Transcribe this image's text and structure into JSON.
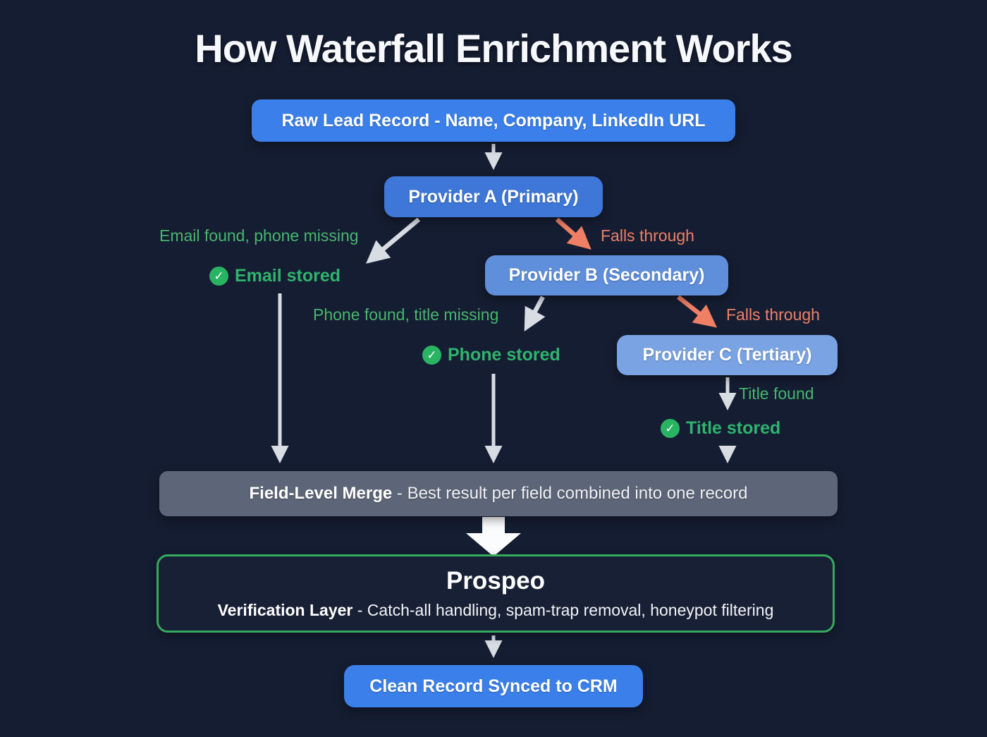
{
  "title": "How Waterfall Enrichment Works",
  "flow": {
    "raw_lead": {
      "label": "Raw Lead Record - Name, Company, LinkedIn URL"
    },
    "provider_a": {
      "label": "Provider A (Primary)"
    },
    "provider_b": {
      "label": "Provider B (Secondary)"
    },
    "provider_c": {
      "label": "Provider C (Tertiary)"
    },
    "merge": {
      "title": "Field-Level Merge",
      "description": " - Best result per field combined into one record"
    },
    "prospeo": {
      "title": "Prospeo",
      "subtitle_bold": "Verification Layer",
      "subtitle_rest": " - Catch-all handling, spam-trap removal, honeypot filtering"
    },
    "clean_record": {
      "label": "Clean Record Synced to CRM"
    }
  },
  "annotations": {
    "email_found": "Email found, phone missing",
    "email_stored": "Email stored",
    "falls_through_a": "Falls through",
    "phone_found": "Phone found, title missing",
    "phone_stored": "Phone stored",
    "falls_through_b": "Falls through",
    "title_found": "Title found",
    "title_stored": "Title stored",
    "check_glyph": "✓"
  },
  "colors": {
    "background": "#151d32",
    "primary_blue": "#3b80ea",
    "provider_a_blue": "#3e77d7",
    "provider_b_blue": "#5f8fdb",
    "provider_c_blue": "#7aa3e3",
    "merge_gray": "#5d6678",
    "success_green": "#2fb46d",
    "fallthrough_orange": "#ef8065",
    "arrow_gray": "#d8dce3",
    "prospeo_border_green": "#35a95d"
  }
}
